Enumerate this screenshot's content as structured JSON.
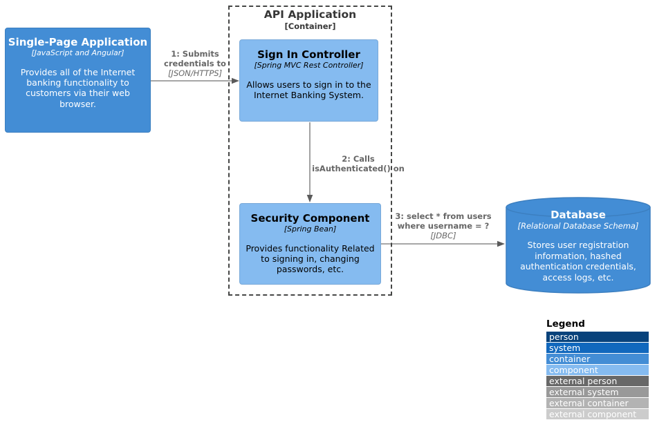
{
  "nodes": {
    "spa": {
      "name": "Single-Page Application",
      "tech": "[JavaScript and Angular]",
      "description": "Provides all of the Internet banking functionality to customers via their web browser."
    },
    "api_boundary": {
      "name": "API Application",
      "type": "[Container]"
    },
    "sign_in_controller": {
      "name": "Sign In Controller",
      "tech": "[Spring MVC Rest Controller]",
      "description": "Allows users to sign in to the Internet Banking System."
    },
    "security_component": {
      "name": "Security Component",
      "tech": "[Spring Bean]",
      "description": "Provides functionality Related to signing in, changing passwords, etc."
    },
    "database": {
      "name": "Database",
      "tech": "[Relational Database Schema]",
      "description": "Stores user registration information, hashed authentication credentials, access logs, etc."
    }
  },
  "relationships": [
    {
      "label": "1: Submits credentials to",
      "tech": "[JSON/HTTPS]"
    },
    {
      "label": "2: Calls isAuthenticated() on",
      "tech": ""
    },
    {
      "label": "3: select * from users where username = ?",
      "tech": "[JDBC]"
    }
  ],
  "legend": {
    "title": "Legend",
    "items": [
      {
        "label": "person",
        "color": "#08427b"
      },
      {
        "label": "system",
        "color": "#1168bd"
      },
      {
        "label": "container",
        "color": "#438dd5"
      },
      {
        "label": "component",
        "color": "#85bbf0"
      },
      {
        "label": "external person",
        "color": "#686868"
      },
      {
        "label": "external system",
        "color": "#999999"
      },
      {
        "label": "external container",
        "color": "#b3b3b3"
      },
      {
        "label": "external component",
        "color": "#cccccc"
      }
    ]
  },
  "colors": {
    "container_fill": "#438dd5",
    "container_border": "#3c7fc0",
    "component_fill": "#85bbf0",
    "component_border": "#78a8d8",
    "arrow": "#707070",
    "label_text": "#666666",
    "boundary_border": "#454645"
  }
}
